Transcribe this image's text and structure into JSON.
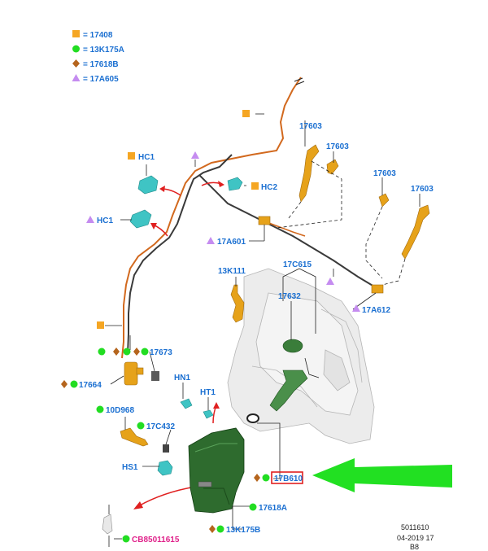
{
  "legend": [
    {
      "symbol": "square",
      "color": "#f5a623",
      "code": "= 17408"
    },
    {
      "symbol": "circle",
      "color": "#22dd22",
      "code": "= 13K175A"
    },
    {
      "symbol": "diamond",
      "color": "#b5651d",
      "code": "= 17618B"
    },
    {
      "symbol": "triangle",
      "color": "#c58cf0",
      "code": "= 17A605"
    }
  ],
  "callouts": {
    "hc1_top": "HC1",
    "hc2": "HC2",
    "hc1_mid": "HC1",
    "n17603_a": "17603",
    "n17603_b": "17603",
    "n17603_c": "17603",
    "n17603_d": "17603",
    "n17a601": "17A601",
    "n13k111": "13K111",
    "n17c615": "17C615",
    "n17632": "17632",
    "n17a612": "17A612",
    "n17673": "17673",
    "n17664": "17664",
    "hn1": "HN1",
    "ht1": "HT1",
    "n10d968": "10D968",
    "n17c432": "17C432",
    "hs1": "HS1",
    "n17b610": "17B610",
    "n17618a": "17618A",
    "n13k175b": "13K175B",
    "cb85011615": "CB85011615"
  },
  "reference": {
    "line1": "5011610",
    "line2": "04-2019 17",
    "line3": "B8"
  },
  "colors": {
    "label_blue": "#1a6fd1",
    "highlight_red": "#e02020",
    "arrow_green": "#22e022",
    "tank_green": "#2e6b2e",
    "tube_orange": "#d2691e",
    "part_yellow": "#e6a21a",
    "teal_part": "#3fc4c4"
  }
}
